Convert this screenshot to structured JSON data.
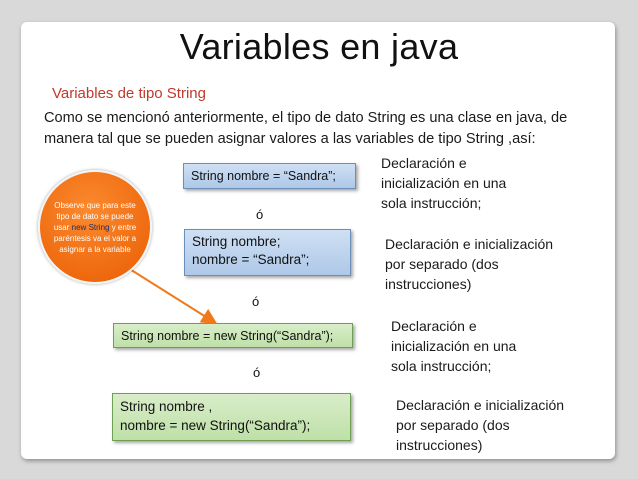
{
  "slide": {
    "title": "Variables en java",
    "subtitle": "Variables de tipo String",
    "intro": "Como se mencionó anteriormente, el tipo de dato String es una clase en java, de manera tal que se pueden asignar valores a las variables de tipo String ,así:",
    "callout": {
      "text_before": "Observe que para este tipo de dato se puede usar ",
      "highlight_new": "new",
      "text_middle": " ",
      "highlight_string": "String",
      "text_after": " y entre paréntesis va el valor a asignar a la variable",
      "colors": {
        "fill": "#ef6a0f",
        "highlight": "#1b2f6e"
      }
    },
    "separator": "ó",
    "examples": [
      {
        "code_lines": [
          "String nombre = “Sandra”;"
        ],
        "description": "Declaración e inicialización en una sola instrucción;",
        "style": "blue"
      },
      {
        "code_lines": [
          "String nombre;",
          "nombre = “Sandra”;"
        ],
        "description": "Declaración e inicialización por separado (dos instrucciones)",
        "style": "blue"
      },
      {
        "code_lines": [
          "String nombre = new String(“Sandra”);"
        ],
        "description": "Declaración e inicialización en una sola instrucción;",
        "style": "green"
      },
      {
        "code_lines": [
          "String nombre ,",
          "nombre = new String(“Sandra”);"
        ],
        "description": "Declaración e inicialización por separado (dos instrucciones)",
        "style": "green"
      }
    ],
    "colors": {
      "subtitle": "#c0392b",
      "blue_box": "#aec8e8",
      "green_box": "#bfe0a8",
      "arrow": "#f07a1a"
    }
  }
}
